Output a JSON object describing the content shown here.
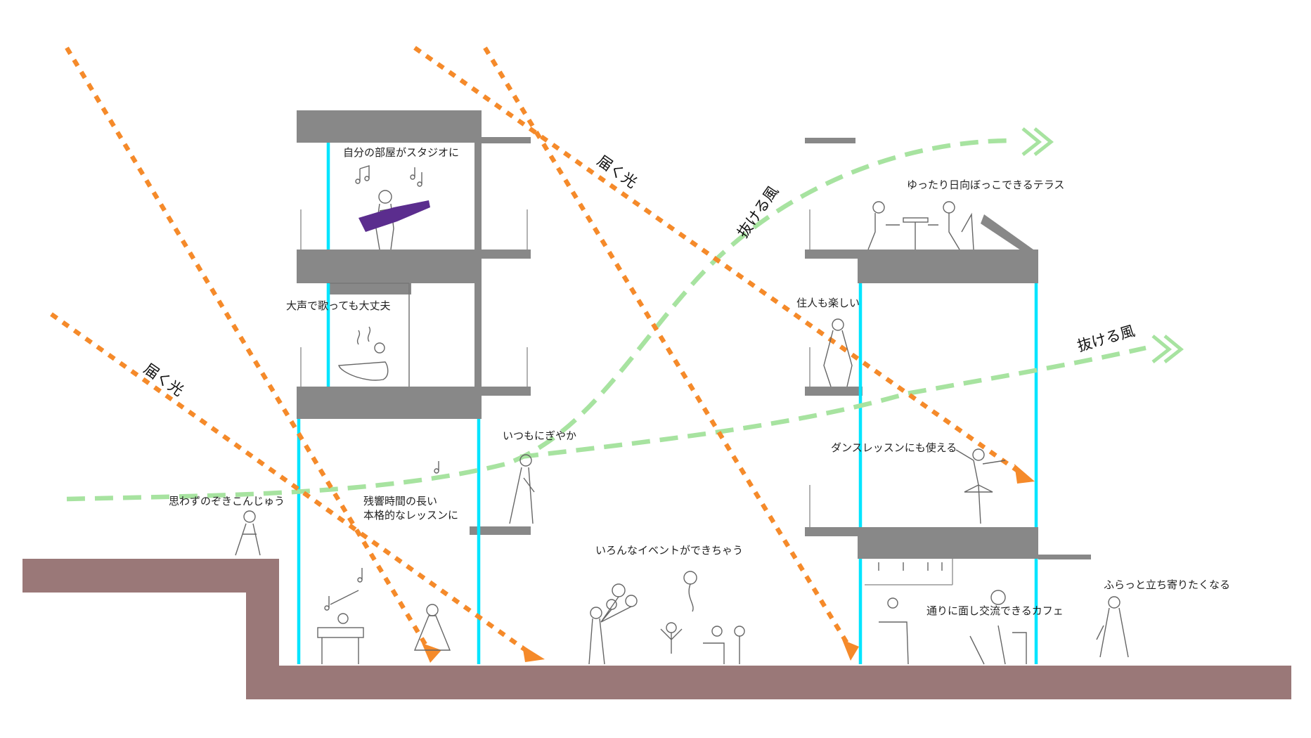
{
  "labels": {
    "studio_room": "自分の部屋がスタジオに",
    "loud_singing": "大声で歌っても大丈夫",
    "peek": "思わずのぞきこんじゅう",
    "reverb_1": "残響時間の長い",
    "reverb_2": "本格的なレッスンに",
    "always_lively": "いつもにぎやか",
    "events": "いろんなイベントができちゃう",
    "terrace": "ゆったり日向ぼっこできるテラス",
    "residents_fun": "住人も楽しい",
    "dance": "ダンスレッスンにも使える",
    "cafe": "通りに面し交流できるカフェ",
    "drop_in": "ふらっと立ち寄りたくなる"
  },
  "annotations": {
    "light_left": "届く光",
    "light_right": "届く光",
    "wind_upper": "抜ける風",
    "wind_right": "抜ける風"
  },
  "colors": {
    "light_arrow": "#f58a2a",
    "wind_arrow": "#a7e3a0",
    "glass": "#00e5ff",
    "slab": "#888888",
    "ground": "#9a7878",
    "guitar": "#5b2d8e"
  }
}
